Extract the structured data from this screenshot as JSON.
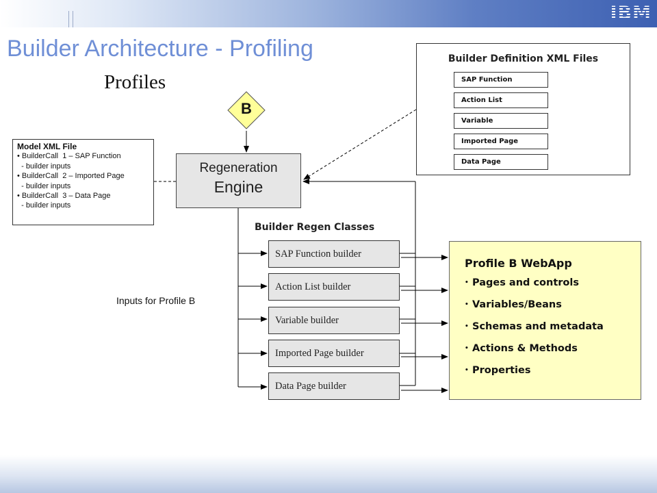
{
  "header": {
    "logo": "IBM"
  },
  "title": "Builder Architecture - Profiling",
  "subtitle": "Profiles",
  "profile_diamond": {
    "label": "B",
    "color": "#ffff99"
  },
  "model_xml": {
    "heading": "Model XML File",
    "lines": [
      "• BuilderCall  1 – SAP Function",
      "  - builder inputs",
      "• BuilderCall  2 – Imported Page",
      "  - builder inputs",
      "• BuilderCall  3 – Data Page",
      "  - builder inputs"
    ]
  },
  "regen_engine": {
    "line1": "Regeneration",
    "line2": "Engine"
  },
  "definitions": {
    "heading": "Builder Definition XML Files",
    "items": [
      "SAP Function",
      "Action List",
      "Variable",
      "Imported Page",
      "Data Page"
    ]
  },
  "regen_classes": {
    "heading": "Builder Regen Classes",
    "builders": [
      "SAP Function builder",
      "Action List builder",
      "Variable builder",
      "Imported Page builder",
      "Data Page builder"
    ]
  },
  "inputs_label": "Inputs for Profile B",
  "webapp": {
    "heading": "Profile B WebApp",
    "bullet": "•",
    "items": [
      "Pages and controls",
      "Variables/Beans",
      "Schemas and metadata",
      "Actions & Methods",
      "Properties"
    ],
    "color": "#ffffc4"
  },
  "colors": {
    "title": "#6f8fd6",
    "header_blue": "#3d60b2",
    "box_gray": "#e6e6e6"
  }
}
